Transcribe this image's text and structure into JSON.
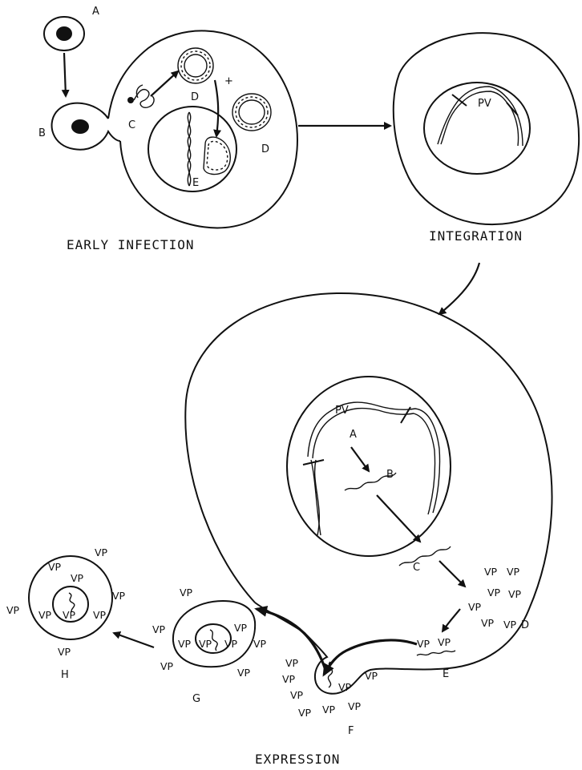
{
  "captions": {
    "early": "EARLY INFECTION",
    "integration": "INTEGRATION",
    "expression": "EXPRESSION"
  },
  "labels": {
    "A": "A",
    "B": "B",
    "C": "C",
    "D": "D",
    "E": "E",
    "F": "F",
    "G": "G",
    "H": "H",
    "PV": "PV",
    "plus": "+"
  },
  "vp": "VP"
}
